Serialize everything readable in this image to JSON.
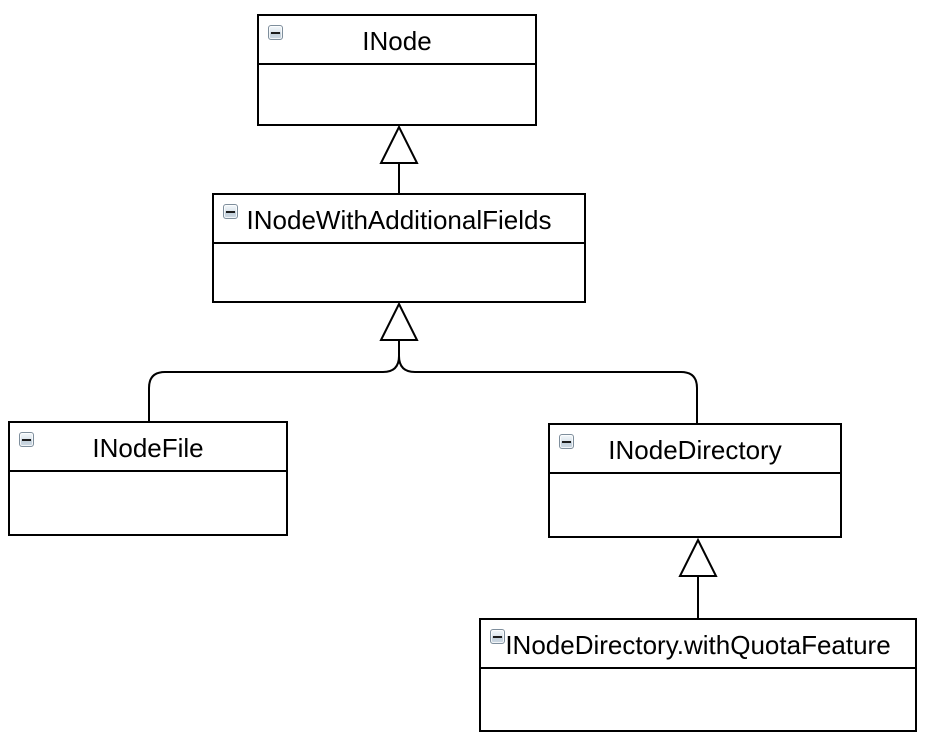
{
  "diagram": {
    "kind": "uml-class-diagram",
    "classes": [
      {
        "name": "INode"
      },
      {
        "name": "INodeWithAdditionalFields"
      },
      {
        "name": "INodeFile"
      },
      {
        "name": "INodeDirectory"
      },
      {
        "name": "INodeDirectory.withQuotaFeature"
      }
    ],
    "relations": [
      {
        "from": "INodeWithAdditionalFields",
        "to": "INode",
        "type": "generalization"
      },
      {
        "from": "INodeFile",
        "to": "INodeWithAdditionalFields",
        "type": "generalization"
      },
      {
        "from": "INodeDirectory",
        "to": "INodeWithAdditionalFields",
        "type": "generalization"
      },
      {
        "from": "INodeDirectory.withQuotaFeature",
        "to": "INodeDirectory",
        "type": "generalization"
      }
    ],
    "icons": {
      "collapse": "collapse-minus-icon"
    },
    "colors": {
      "background": "#ffffff",
      "box_fill": "#ffffff",
      "line": "#000000",
      "icon_border": "#7e8e9c",
      "icon_fill": "#d5dfe8",
      "icon_glyph": "#1b1b1b"
    }
  }
}
